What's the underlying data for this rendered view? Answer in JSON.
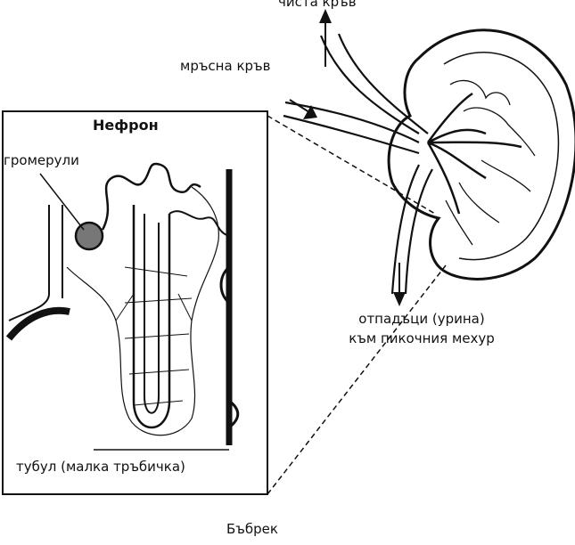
{
  "labels": {
    "clean_blood": "чиста кръв",
    "dirty_blood": "мръсна кръв",
    "nephron_title": "Нефрон",
    "glomeruli": "громерули",
    "waste_line1": "отпадъци (урина)",
    "waste_line2": "към пикочния мехур",
    "tubule": "тубул (малка тръбичка)",
    "kidney": "Бъбрек"
  }
}
